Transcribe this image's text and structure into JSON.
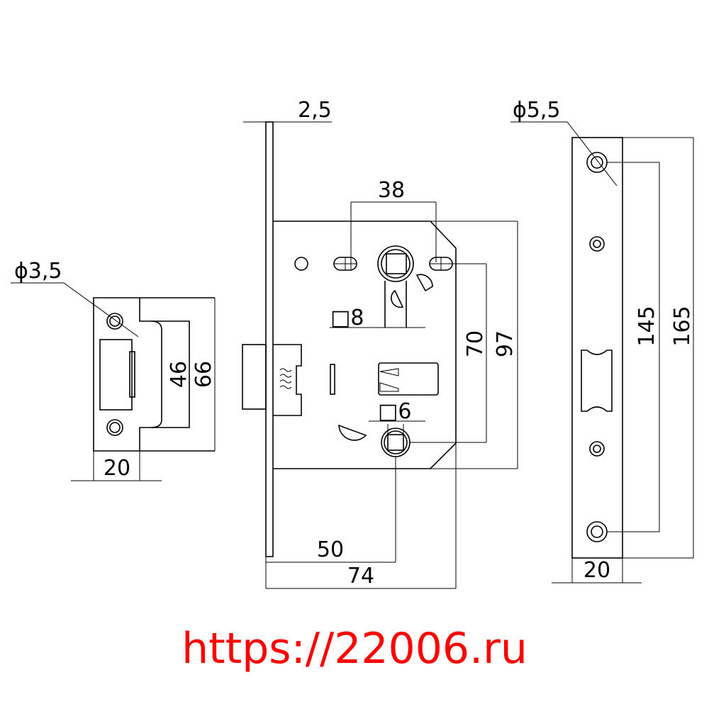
{
  "drawing": {
    "strike_plate": {
      "hole_diameter": "ϕ3,5",
      "inner_height": "46",
      "outer_height": "66",
      "width": "20"
    },
    "lock_body": {
      "faceplate_thickness": "2,5",
      "slot_spacing": "38",
      "spindle_square": "□8",
      "height_inner": "70",
      "height_outer": "97",
      "thumb_square": "□6",
      "backset": "50",
      "depth": "74"
    },
    "faceplate": {
      "hole_diameter": "ϕ5,5",
      "hole_spacing": "145",
      "length": "165",
      "width": "20"
    }
  },
  "watermark": "https://22006.ru",
  "colors": {
    "line": "#000000",
    "watermark": "#ff0000"
  }
}
